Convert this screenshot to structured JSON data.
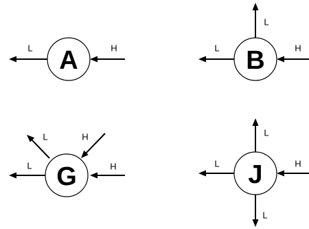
{
  "nodes": [
    {
      "id": "a",
      "letter": "A",
      "arrows": [
        {
          "id": "in-right",
          "label": "H",
          "direction": "in"
        },
        {
          "id": "out-left",
          "label": "L",
          "direction": "out"
        }
      ]
    },
    {
      "id": "b",
      "letter": "B",
      "arrows": [
        {
          "id": "in-right",
          "label": "H",
          "direction": "in"
        },
        {
          "id": "out-left",
          "label": "L",
          "direction": "out"
        },
        {
          "id": "out-up",
          "label": "L",
          "direction": "out"
        }
      ]
    },
    {
      "id": "g",
      "letter": "G",
      "arrows": [
        {
          "id": "in-right",
          "label": "H",
          "direction": "in"
        },
        {
          "id": "in-upper-right",
          "label": "H",
          "direction": "in"
        },
        {
          "id": "out-left",
          "label": "L",
          "direction": "out"
        },
        {
          "id": "out-upper-left",
          "label": "L",
          "direction": "out"
        }
      ]
    },
    {
      "id": "j",
      "letter": "J",
      "arrows": [
        {
          "id": "in-right",
          "label": "H",
          "direction": "in"
        },
        {
          "id": "out-left",
          "label": "L",
          "direction": "out"
        },
        {
          "id": "out-up",
          "label": "L",
          "direction": "out"
        },
        {
          "id": "out-down",
          "label": "L",
          "direction": "out"
        }
      ]
    }
  ]
}
